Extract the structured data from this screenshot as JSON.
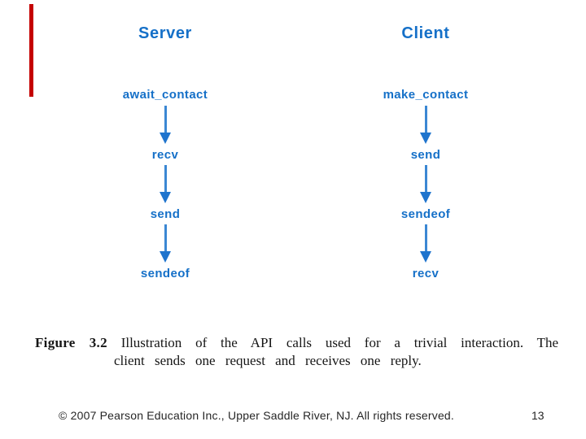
{
  "colors": {
    "accent_red": "#c40000",
    "diagram_blue": "#1570c8"
  },
  "diagram": {
    "columns": [
      {
        "title": "Server",
        "steps": [
          "await_contact",
          "recv",
          "send",
          "sendeof"
        ]
      },
      {
        "title": "Client",
        "steps": [
          "make_contact",
          "send",
          "sendeof",
          "recv"
        ]
      }
    ]
  },
  "caption": {
    "figure_label": "Figure 3.2",
    "line1": "Illustration of the API calls used for a trivial interaction.  The",
    "line2": "client sends one request and receives one reply."
  },
  "footer": {
    "copyright": "© 2007 Pearson Education Inc., Upper Saddle River, NJ. All rights reserved.",
    "page_number": "13"
  }
}
